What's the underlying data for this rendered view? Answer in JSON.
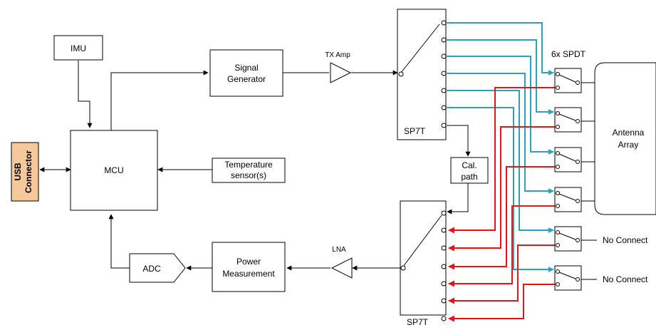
{
  "blocks": {
    "imu": "IMU",
    "mcu": "MCU",
    "usb_line1": "USB",
    "usb_line2": "Connector",
    "sig_gen_line1": "Signal",
    "sig_gen_line2": "Generator",
    "temp_line1": "Temperature",
    "temp_line2": "sensor(s)",
    "adc": "ADC",
    "power_line1": "Power",
    "power_line2": "Measurement",
    "cal_line1": "Cal.",
    "cal_line2": "path",
    "antenna_line1": "Antenna",
    "antenna_line2": "Array"
  },
  "labels": {
    "tx_amp": "TX Amp",
    "lna": "LNA",
    "sp7t_top": "SP7T",
    "sp7t_bottom": "SP7T",
    "spdt_title": "6x SPDT",
    "no_connect_1": "No Connect",
    "no_connect_2": "No Connect"
  },
  "colors": {
    "usb_fill": "#f6c99b",
    "tx_path": "#2aa3b8",
    "rx_path": "#ee1111"
  }
}
